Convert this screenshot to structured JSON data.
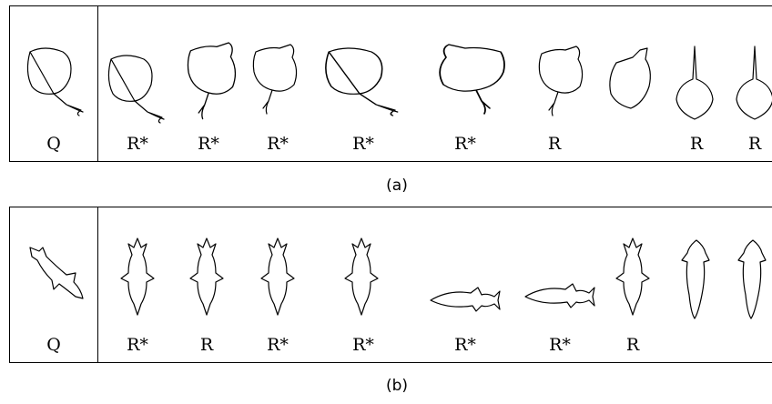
{
  "figure": {
    "panel_a": {
      "caption": "(a)",
      "query_label": "Q",
      "result_labels": [
        "R*",
        "R*",
        "R*",
        "R*",
        "R*",
        "R",
        "R",
        "R"
      ]
    },
    "panel_b": {
      "caption": "(b)",
      "query_label": "Q",
      "result_labels": [
        "R*",
        "R",
        "R*",
        "R*",
        "R*",
        "R*",
        "R",
        "",
        ""
      ]
    }
  }
}
